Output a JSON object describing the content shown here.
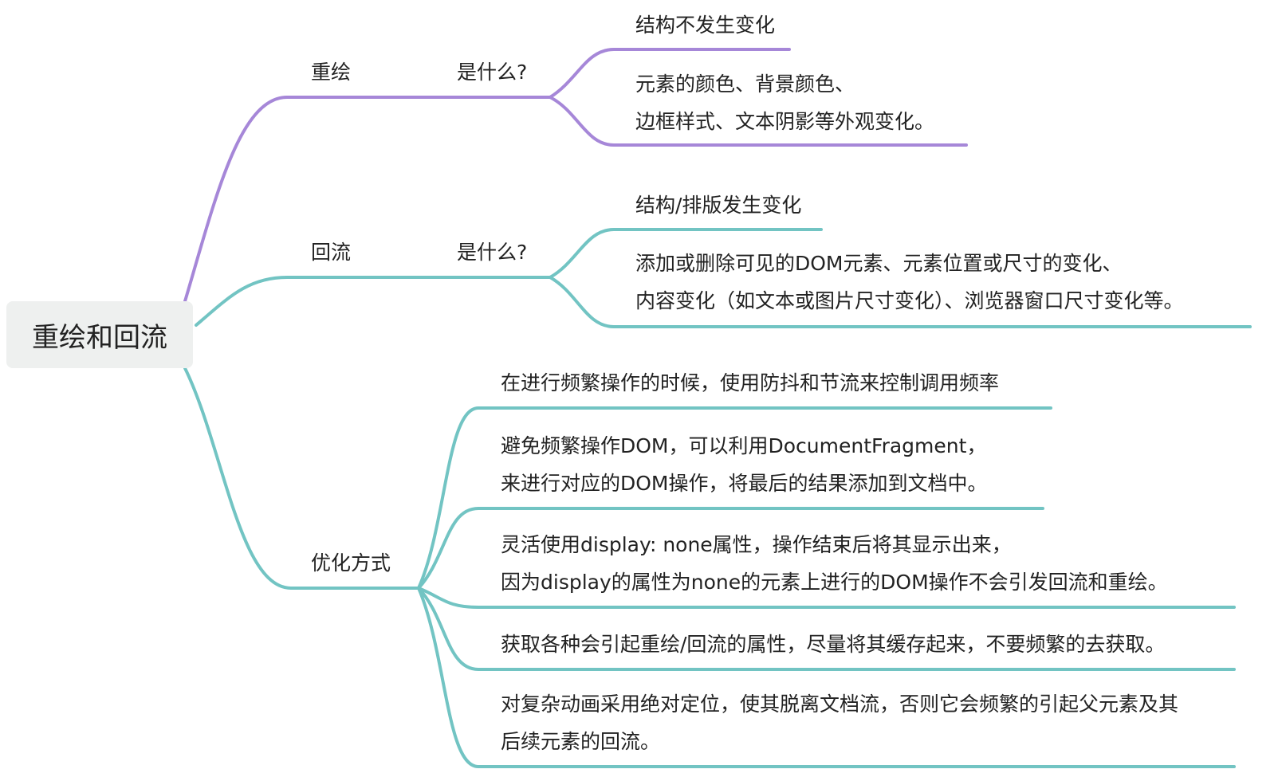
{
  "root": "重绘和回流",
  "repaint": {
    "label": "重绘",
    "what": "是什么?",
    "leaf1": "结构不发生变化",
    "leaf2_line1": "元素的颜色、背景颜色、",
    "leaf2_line2": "边框样式、文本阴影等外观变化。"
  },
  "reflow": {
    "label": "回流",
    "what": "是什么?",
    "leaf1": "结构/排版发生变化",
    "leaf2_line1": "添加或删除可见的DOM元素、元素位置或尺寸的变化、",
    "leaf2_line2": "内容变化（如文本或图片尺寸变化）、浏览器窗口尺寸变化等。"
  },
  "optimize": {
    "label": "优化方式",
    "items": [
      {
        "line1": "在进行频繁操作的时候，使用防抖和节流来控制调用频率"
      },
      {
        "line1": "避免频繁操作DOM，可以利用DocumentFragment，",
        "line2": "来进行对应的DOM操作，将最后的结果添加到文档中。"
      },
      {
        "line1": "灵活使用display: none属性，操作结束后将其显示出来，",
        "line2": "因为display的属性为none的元素上进行的DOM操作不会引发回流和重绘。"
      },
      {
        "line1": "获取各种会引起重绘/回流的属性，尽量将其缓存起来，不要频繁的去获取。"
      },
      {
        "line1": "对复杂动画采用绝对定位，使其脱离文档流，否则它会频繁的引起父元素及其",
        "line2": "后续元素的回流。"
      }
    ]
  },
  "colors": {
    "purple": "#a687d8",
    "teal": "#72c4c3"
  }
}
